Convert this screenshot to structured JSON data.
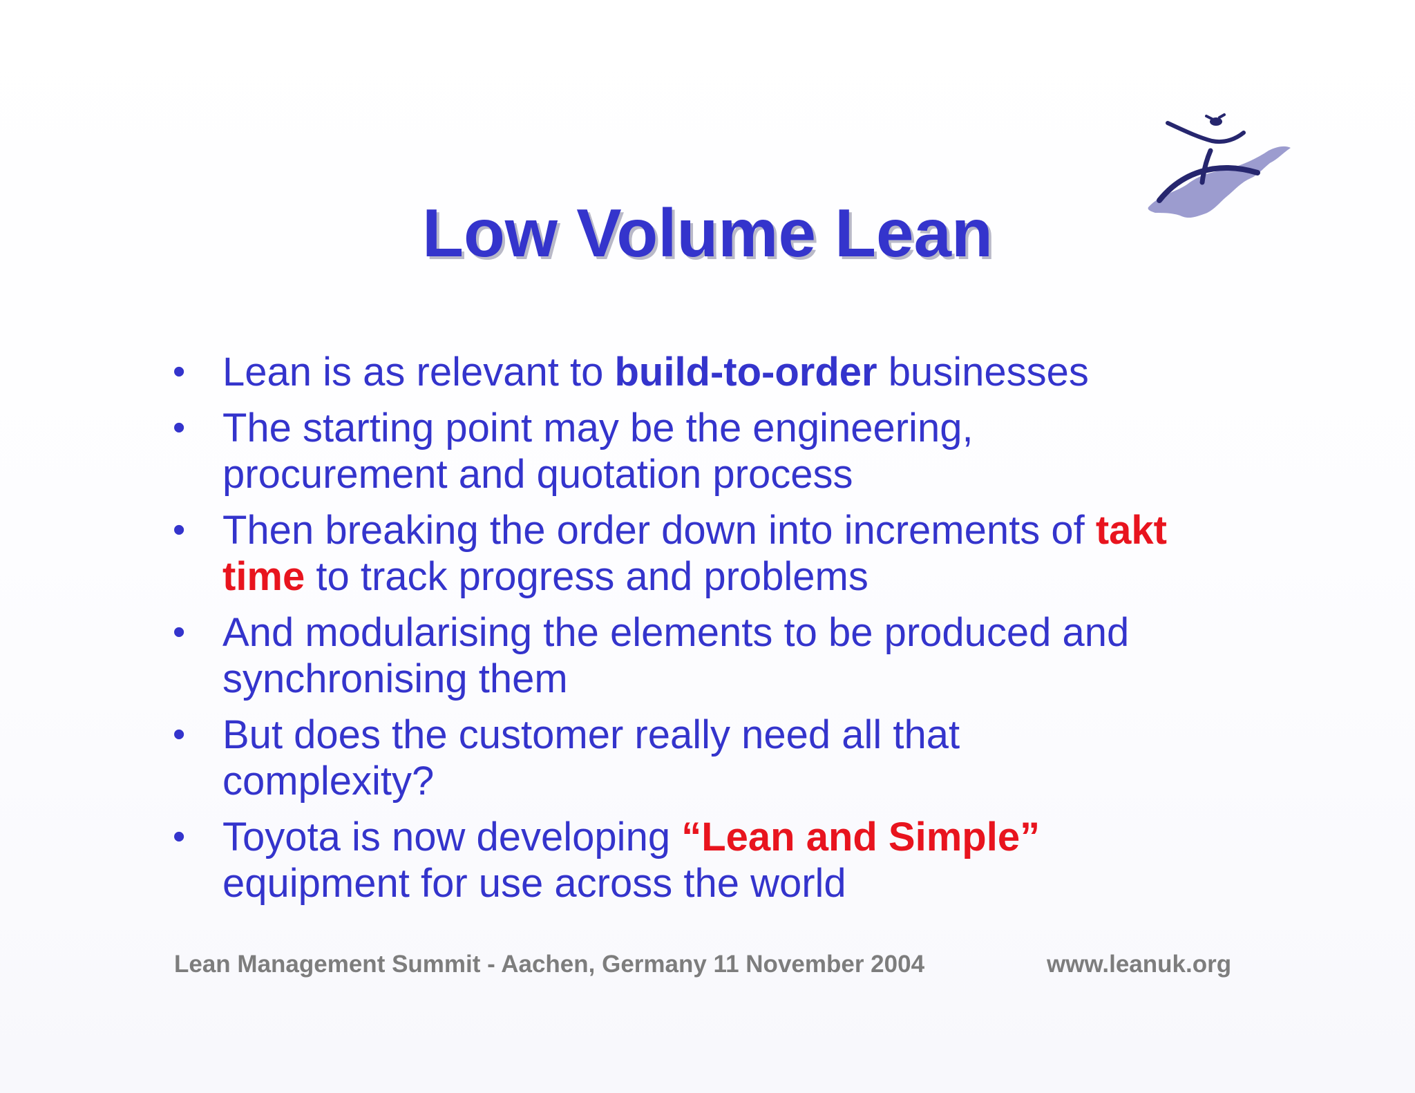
{
  "slide": {
    "title": "Low Volume Lean",
    "logo_icon": "leanuk-figure-map-logo",
    "colors": {
      "title": "#3434cc",
      "body": "#3434cc",
      "highlight": "#e8141e",
      "footer": "#7d7d7d",
      "logo": "#9c9ccf"
    },
    "bullet_marker": "•",
    "bullets": [
      {
        "before": "Lean is as relevant to ",
        "em": "build-to-order",
        "after": " businesses"
      },
      {
        "line1": "The starting point may be the engineering,",
        "line2": "procurement and quotation process"
      },
      {
        "before": "Then breaking the order down into increments of ",
        "em_a": "takt",
        "em_b": "time",
        "after": " to track progress and problems"
      },
      {
        "line1": "And modularising the elements to be produced and",
        "line2": "synchronising them"
      },
      {
        "line1": "But does the customer really need all that",
        "line2": "complexity?"
      },
      {
        "before": "Toyota is now developing ",
        "em": "“Lean and Simple”",
        "line2": "equipment for use across the world"
      }
    ],
    "footer": {
      "left": "Lean Management Summit - Aachen, Germany 11 November 2004",
      "right": "www.leanuk.org"
    }
  }
}
